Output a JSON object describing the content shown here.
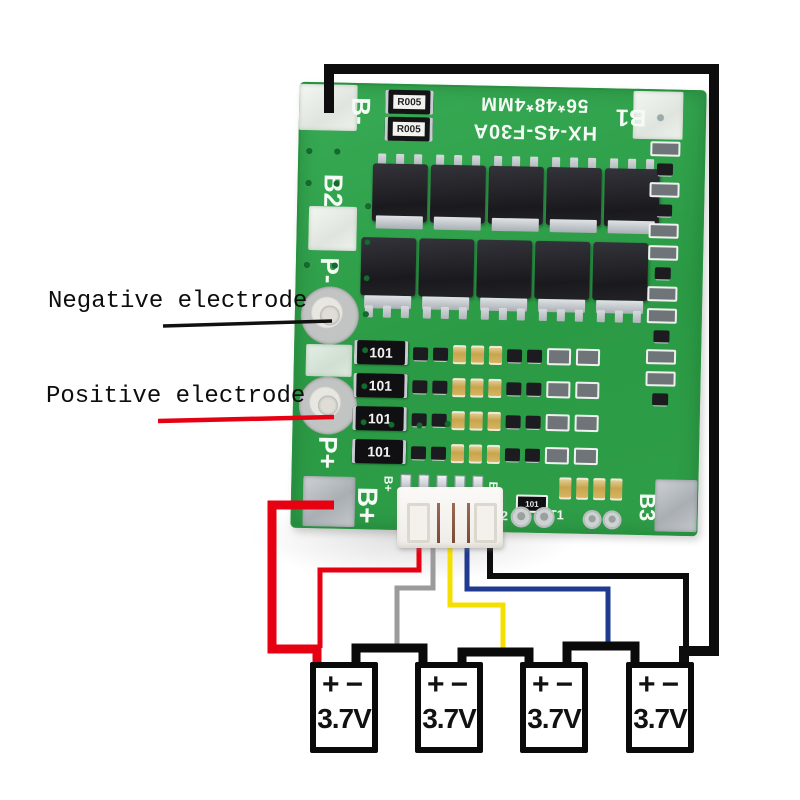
{
  "annotations": {
    "negative_label": "Negative electrode",
    "positive_label": "Positive electrode",
    "negative_pointer_color": "#111111",
    "positive_pointer_color": "#e60012"
  },
  "board": {
    "model": "HX-4S-F30A",
    "dimensions": "56*48*4MM",
    "pads": {
      "b_minus": "B-",
      "b1": "B1",
      "b2": "B2",
      "p_minus": "P-",
      "p_plus": "P+",
      "b_plus": "B+",
      "b3": "B3"
    },
    "silkscreen": {
      "b_plus_small": "B+",
      "b_minus_small": "B-",
      "pin2": "2",
      "t1": "T1"
    },
    "components": {
      "shunt_resistor": "R005",
      "resistor_101": "101"
    }
  },
  "wires": {
    "pack_positive_color": "#e60012",
    "cell1_sense_color": "#9b9b9b",
    "cell2_sense_color": "#f5df00",
    "cell3_sense_color": "#1f3a8f",
    "pack_negative_color": "#0d0d0d",
    "series_link_color": "#0a0a0a"
  },
  "battery_pack": {
    "cells": [
      {
        "positive": "+",
        "negative": "−",
        "voltage": "3.7V"
      },
      {
        "positive": "+",
        "negative": "−",
        "voltage": "3.7V"
      },
      {
        "positive": "+",
        "negative": "−",
        "voltage": "3.7V"
      },
      {
        "positive": "+",
        "negative": "−",
        "voltage": "3.7V"
      }
    ]
  }
}
